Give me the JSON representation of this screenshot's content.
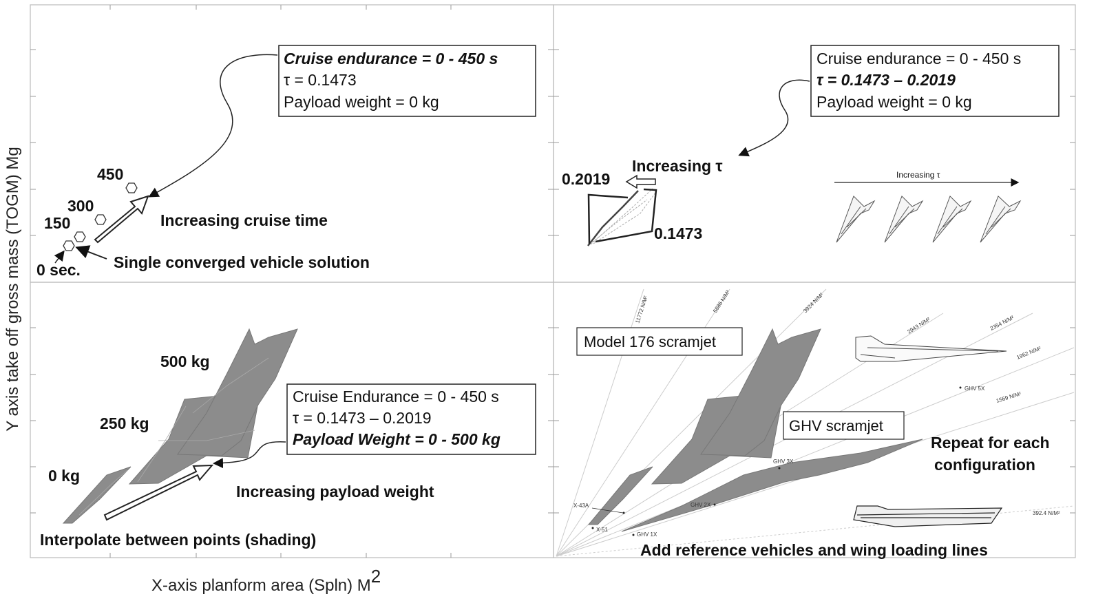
{
  "axes": {
    "y_label": "Y axis take off gross mass (TOGM) Mg",
    "x_label": "X-axis planform area (Spln) M",
    "x_label_sup": "2"
  },
  "panel_tl": {
    "box_line1": "Cruise endurance = 0 - 450 s",
    "box_line2": "τ = 0.1473",
    "box_line3": "Payload weight = 0 kg",
    "label_450": "450",
    "label_300": "300",
    "label_150": "150",
    "label_0": "0 sec.",
    "increasing": "Increasing cruise time",
    "single": "Single converged vehicle solution"
  },
  "panel_tr": {
    "box_line1": "Cruise endurance = 0 - 450 s",
    "box_line2": "τ = 0.1473 – 0.2019",
    "box_line3": "Payload weight = 0 kg",
    "increasing": "Increasing τ",
    "label_high": "0.2019",
    "label_low": "0.1473",
    "small_label": "Increasing τ"
  },
  "panel_bl": {
    "label_500": "500 kg",
    "label_250": "250 kg",
    "label_0": "0 kg",
    "box_line1": "Cruise Endurance = 0 - 450 s",
    "box_line2": "τ = 0.1473 – 0.2019",
    "box_line3": "Payload Weight = 0 - 500 kg",
    "increasing": "Increasing payload weight",
    "interpolate": "Interpolate between points (shading)"
  },
  "panel_br": {
    "model_box": "Model 176 scramjet",
    "ghv_box": "GHV scramjet",
    "repeat_line1": "Repeat for each",
    "repeat_line2": "configuration",
    "add_ref": "Add reference vehicles and wing loading lines",
    "wing_loading_labels": [
      "11772 N/M²",
      "5886 N/M²",
      "3924 N/M²",
      "2943 N/M²",
      "2354 N/M²",
      "1962 N/M²",
      "1569 N/M²",
      "392.4 N/M²"
    ],
    "ref_labels": [
      "X-43A",
      "X-51",
      "GHV 1X",
      "GHV 2X",
      "GHV 3X",
      "GHV 5X"
    ]
  }
}
